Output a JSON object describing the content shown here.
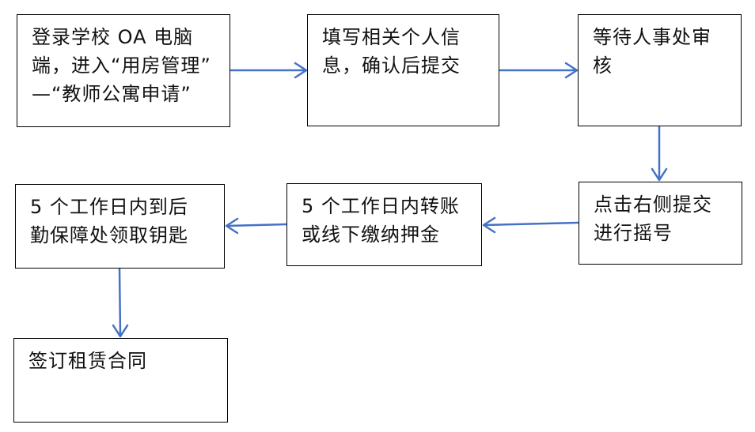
{
  "flowchart": {
    "steps": [
      {
        "id": "login",
        "lines": [
          "登录学校 OA 电脑",
          "端，进入“用房管理”",
          "—“教师公寓申请”"
        ]
      },
      {
        "id": "fill-info",
        "lines": [
          "填写相关个人信",
          "息，确认后提交"
        ]
      },
      {
        "id": "hr-review",
        "lines": [
          "等待人事处审",
          "核"
        ]
      },
      {
        "id": "lottery",
        "lines": [
          "点击右侧提交",
          "进行摇号"
        ]
      },
      {
        "id": "pay-deposit",
        "lines": [
          "5 个工作日内转账",
          "或线下缴纳押金"
        ]
      },
      {
        "id": "collect-keys",
        "lines": [
          "5 个工作日内到后",
          "勤保障处领取钥匙"
        ]
      },
      {
        "id": "sign-lease",
        "lines": [
          "签订租赁合同"
        ]
      }
    ],
    "edges": [
      {
        "from": "login",
        "to": "fill-info"
      },
      {
        "from": "fill-info",
        "to": "hr-review"
      },
      {
        "from": "hr-review",
        "to": "lottery"
      },
      {
        "from": "lottery",
        "to": "pay-deposit"
      },
      {
        "from": "pay-deposit",
        "to": "collect-keys"
      },
      {
        "from": "collect-keys",
        "to": "sign-lease"
      }
    ],
    "colors": {
      "arrow": "#4472C4",
      "border": "#000000",
      "text": "#111111"
    }
  }
}
